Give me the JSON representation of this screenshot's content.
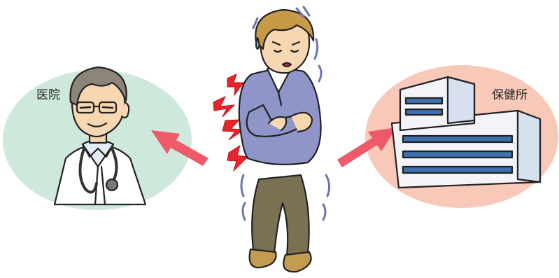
{
  "labels": {
    "clinic": "医院",
    "health_center": "保健所"
  },
  "colors": {
    "clinic_bubble": "#cfe8dc",
    "health_bubble": "#f8c8b8",
    "arrow": "#ee5a6a",
    "sweater": "#8f95c8",
    "pants": "#7a7152",
    "hair": "#c69a46",
    "skin": "#f6d7b2",
    "coat": "#ffffff",
    "building_window": "#3e6fae",
    "pain_bolt": "#e8242c",
    "shake_marks": "#6b73b3"
  },
  "icons": {
    "doctor": "doctor-illustration",
    "patient": "sick-man-illustration",
    "building": "health-center-building-illustration",
    "arrow_left": "arrow-left-icon",
    "arrow_right": "arrow-right-icon",
    "pain": "lightning-bolt-icon"
  }
}
